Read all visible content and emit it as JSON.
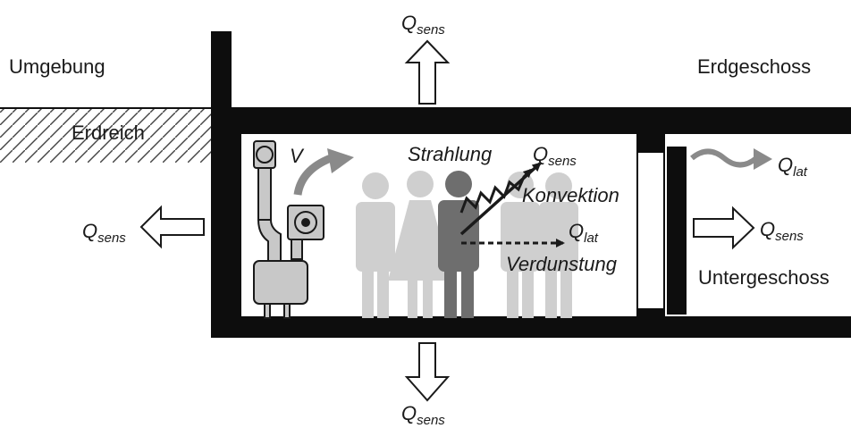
{
  "labels": {
    "surroundings": "Umgebung",
    "ground": "Erdreich",
    "ground_floor": "Erdgeschoss",
    "basement": "Untergeschoss",
    "ventilation": "V",
    "radiation": "Strahlung",
    "convection": "Konvektion",
    "evaporation": "Verdunstung"
  },
  "heat": {
    "symbol": "Q",
    "sensible_sub": "sens",
    "latent_sub": "lat"
  },
  "colors": {
    "wall": "#0d0d0d",
    "person_highlight": "#6e6e6e",
    "person_background": "#cfcfcf",
    "flow_arrow": "#8a8a8a",
    "background": "#ffffff"
  }
}
